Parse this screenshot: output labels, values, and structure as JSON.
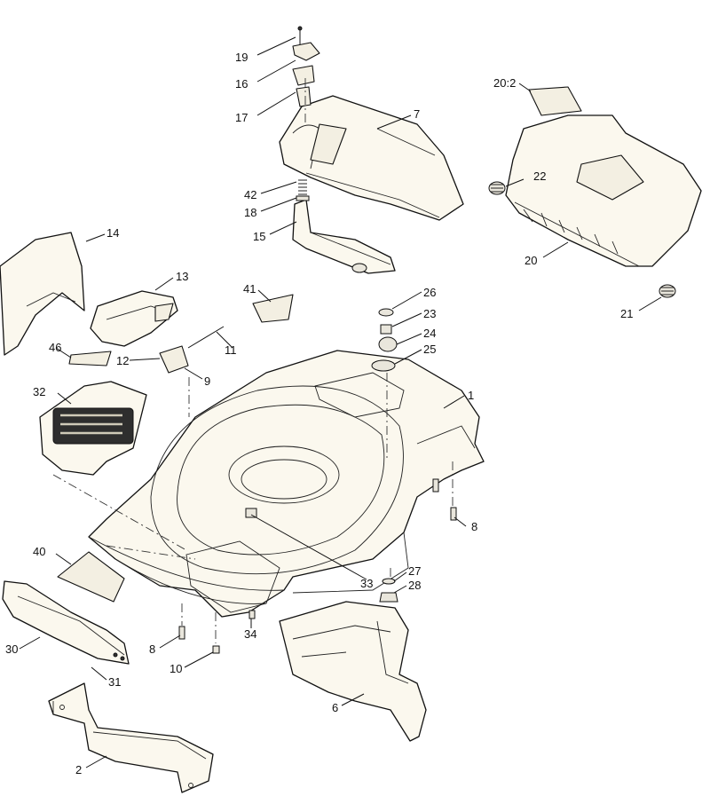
{
  "callouts": {
    "c1": "1",
    "c2": "2",
    "c6": "6",
    "c7": "7",
    "c8a": "8",
    "c8b": "8",
    "c9": "9",
    "c10": "10",
    "c11": "11",
    "c12": "12",
    "c13": "13",
    "c14": "14",
    "c15": "15",
    "c16": "16",
    "c17": "17",
    "c18": "18",
    "c19": "19",
    "c20": "20",
    "c20_2": "20:2",
    "c21": "21",
    "c22": "22",
    "c23": "23",
    "c24": "24",
    "c25": "25",
    "c26": "26",
    "c27": "27",
    "c28": "28",
    "c30": "30",
    "c31": "31",
    "c32": "32",
    "c33": "33",
    "c34": "34",
    "c40": "40",
    "c41": "41",
    "c42": "42",
    "c46": "46"
  }
}
